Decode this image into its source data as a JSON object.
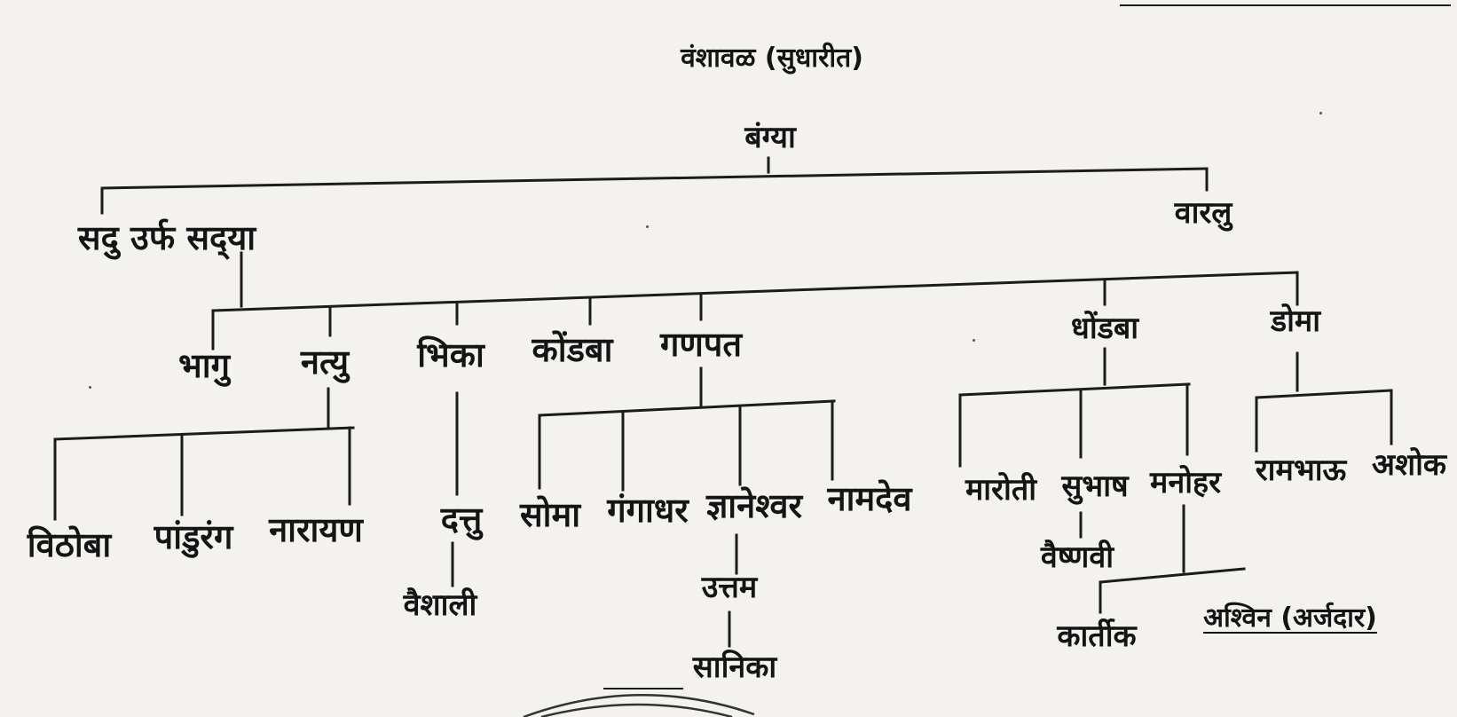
{
  "title": "वंशावळ (सुधारीत)",
  "root": "बंग्या",
  "gen1": {
    "left": "सदु उर्फ सद्‌या",
    "right": "वारलु"
  },
  "gen2": {
    "bhagu": "भागु",
    "natyu": "नत्यु",
    "bhika": "भिका",
    "kondba": "कोंडबा",
    "ganpat": "गणपत",
    "dhondba": "धोंडबा",
    "doma": "डोमा"
  },
  "gen3": {
    "vithoba": "विठोबा",
    "pandurang": "पांडुरंग",
    "narayan": "नारायण",
    "dattu": "दत्तु",
    "soma": "सोमा",
    "gangadhar": "गंगाधर",
    "dnyaneshwar": "ज्ञानेश्वर",
    "namdev": "नामदेव",
    "maroti": "मारोती",
    "subhash": "सुभाष",
    "manohar": "मनोहर",
    "rambhau": "रामभाऊ",
    "ashok": "अशोक"
  },
  "gen4": {
    "vaishali": "वैशाली",
    "uttam": "उत्तम",
    "vaishnavi": "वैष्णवी",
    "kartik": "कार्तीक",
    "ashwin": "अश्विन (अर्जदार)"
  },
  "gen5": {
    "sanika": "सानिका"
  }
}
